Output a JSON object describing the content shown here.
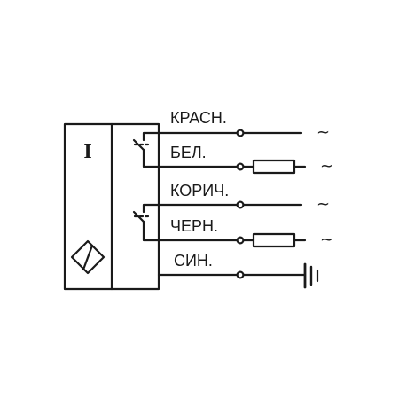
{
  "diagram": {
    "sensor_label": "I",
    "wires": [
      {
        "label": "КРАСН.",
        "terminal": "~"
      },
      {
        "label": "БЕЛ.",
        "terminal": "~"
      },
      {
        "label": "КОРИЧ.",
        "terminal": "~"
      },
      {
        "label": "ЧЕРН.",
        "terminal": "~"
      },
      {
        "label": "СИН.",
        "terminal": ""
      }
    ]
  }
}
